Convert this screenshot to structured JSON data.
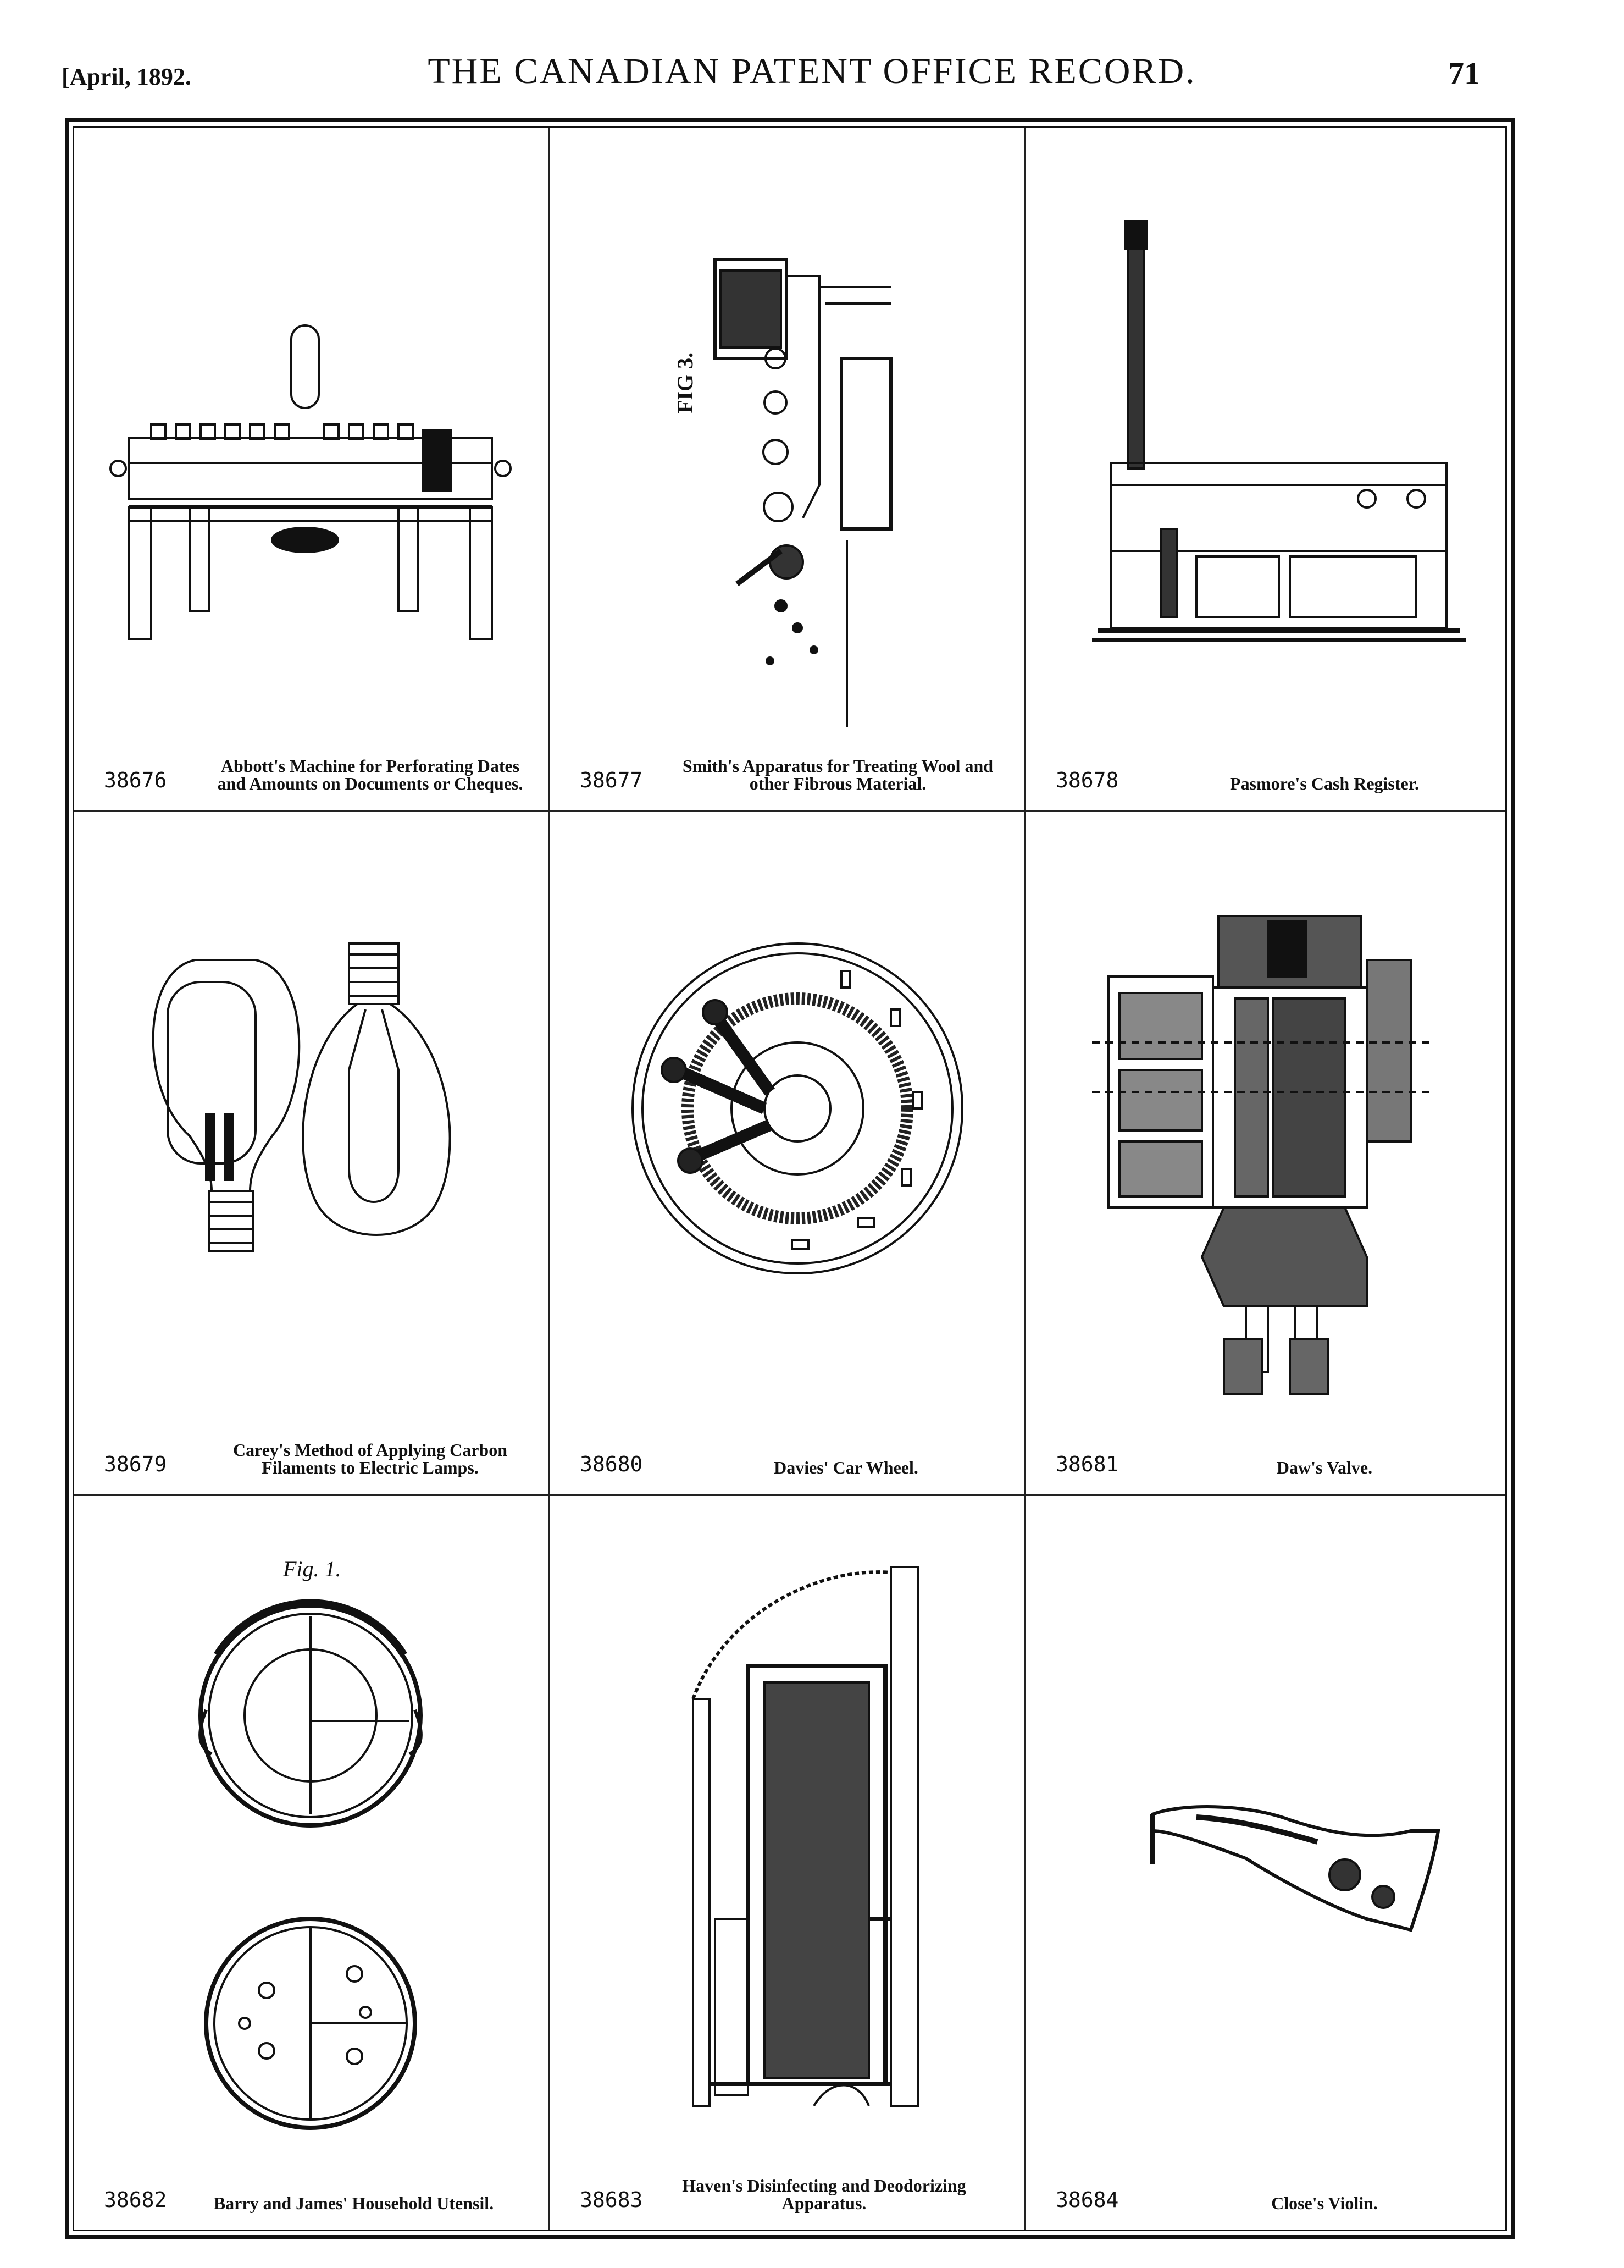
{
  "header": {
    "date": "[April, 1892.",
    "title": "THE CANADIAN PATENT OFFICE RECORD.",
    "page": "71"
  },
  "entries": [
    {
      "number": "38676",
      "title": "Abbott's Machine for Perforating Dates and Amounts on Documents or Cheques.",
      "figure_icon": "perforating-machine-drawing"
    },
    {
      "number": "38677",
      "title": "Smith's Apparatus for Treating Wool and other Fibrous Material.",
      "figure_icon": "wool-apparatus-drawing"
    },
    {
      "number": "38678",
      "title": "Pasmore's Cash Register.",
      "figure_icon": "cash-register-drawing"
    },
    {
      "number": "38679",
      "title": "Carey's Method of Applying Carbon Filaments to Electric Lamps.",
      "figure_icon": "electric-lamps-drawing"
    },
    {
      "number": "38680",
      "title": "Davies' Car Wheel.",
      "figure_icon": "car-wheel-drawing"
    },
    {
      "number": "38681",
      "title": "Daw's Valve.",
      "figure_icon": "valve-drawing"
    },
    {
      "number": "38682",
      "title": "Barry and James' Household Utensil.",
      "figure_icon": "household-utensil-drawing"
    },
    {
      "number": "38683",
      "title": "Haven's Disinfecting and Deodorizing Apparatus.",
      "figure_icon": "disinfecting-apparatus-drawing"
    },
    {
      "number": "38684",
      "title": "Close's Violin.",
      "figure_icon": "violin-drawing"
    }
  ],
  "figure_labels": {
    "wool_fig": "FIG 3.",
    "utensil_fig": "Fig. 1."
  }
}
